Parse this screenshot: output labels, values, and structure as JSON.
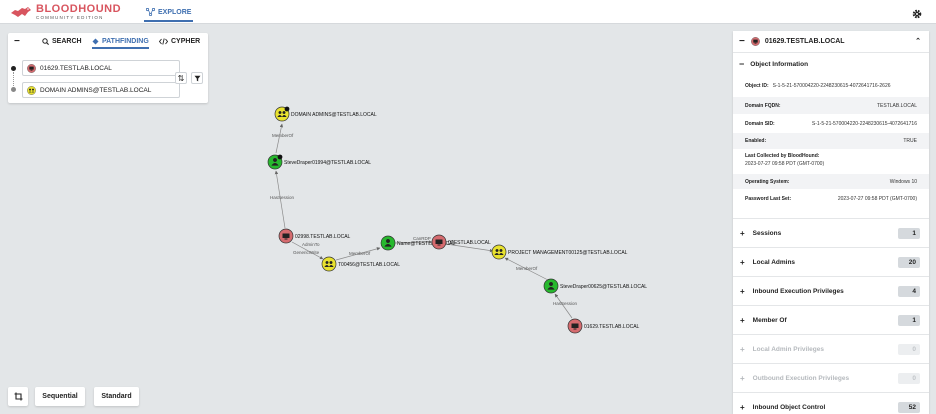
{
  "app": {
    "brand": "BLOODHOUND",
    "brand_sub": "COMMUNITY EDITION",
    "nav_explore": "EXPLORE",
    "accent_color": "#3f6fb0",
    "brand_color": "#d8555f"
  },
  "search_panel": {
    "collapse_label": "−",
    "tabs": [
      {
        "label": "SEARCH",
        "icon": "search-icon"
      },
      {
        "label": "PATHFINDING",
        "icon": "pathfinding-icon",
        "active": true
      },
      {
        "label": "CYPHER",
        "icon": "code-icon"
      }
    ],
    "start_node": "01629.TESTLAB.LOCAL",
    "end_node": "DOMAIN ADMINS@TESTLAB.LOCAL"
  },
  "graph": {
    "nodes": [
      {
        "id": "da",
        "label": "DOMAIN ADMINS@TESTLAB.LOCAL",
        "type": "group",
        "color": "#e8e22f"
      },
      {
        "id": "sd1",
        "label": "SteveDraper01994@TESTLAB.LOCAL",
        "type": "user",
        "color": "#27b82e"
      },
      {
        "id": "c1",
        "label": "02998.TESTLAB.LOCAL",
        "type": "computer",
        "color": "#d56b6f"
      },
      {
        "id": "g1",
        "label": "T00456@TESTLAB.LOCAL",
        "type": "group",
        "color": "#e8e22f"
      },
      {
        "id": "u2",
        "label": "Name@TESTLAB.LOCAL",
        "type": "user",
        "color": "#27b82e"
      },
      {
        "id": "c2",
        "label": "0TESTLAB.LOCAL",
        "type": "computer",
        "color": "#d56b6f"
      },
      {
        "id": "pm",
        "label": "PROJECT MANAGEMENT00125@TESTLAB.LOCAL",
        "type": "group",
        "color": "#e8e22f"
      },
      {
        "id": "sd2",
        "label": "SteveDraper00625@TESTLAB.LOCAL",
        "type": "user",
        "color": "#27b82e"
      },
      {
        "id": "c3",
        "label": "01629.TESTLAB.LOCAL",
        "type": "computer",
        "color": "#d56b6f"
      }
    ],
    "edge_labels": [
      "MemberOf",
      "HasSession",
      "AdminTo",
      "GenericWrite",
      "MemberOf",
      "CanRDP",
      "MemberOf",
      "HasSession"
    ]
  },
  "bottom": {
    "layout_icon": "crop-icon",
    "sequential": "Sequential",
    "standard": "Standard"
  },
  "info_panel": {
    "title": "01629.TESTLAB.LOCAL",
    "object_info_title": "Object Information",
    "properties": [
      {
        "key": "Object ID:",
        "value": "S-1-5-21-570004220-2248230615-4072641716-2626"
      },
      {
        "key": "Domain FQDN:",
        "value": "TESTLAB.LOCAL"
      },
      {
        "key": "Domain SID:",
        "value": "S-1-5-21-570004220-2248230615-4072641716"
      },
      {
        "key": "Enabled:",
        "value": "TRUE"
      },
      {
        "key": "Last Collected by BloodHound:",
        "value": "2023-07-27 09:58 PDT (GMT-0700)"
      },
      {
        "key": "Operating System:",
        "value": "Windows 10"
      },
      {
        "key": "Password Last Set:",
        "value": "2023-07-27 09:58 PDT (GMT-0700)"
      }
    ],
    "sections": [
      {
        "label": "Sessions",
        "count": "1",
        "enabled": true
      },
      {
        "label": "Local Admins",
        "count": "20",
        "enabled": true
      },
      {
        "label": "Inbound Execution Privileges",
        "count": "4",
        "enabled": true
      },
      {
        "label": "Member Of",
        "count": "1",
        "enabled": true
      },
      {
        "label": "Local Admin Privileges",
        "count": "0",
        "enabled": false
      },
      {
        "label": "Outbound Execution Privileges",
        "count": "0",
        "enabled": false
      },
      {
        "label": "Inbound Object Control",
        "count": "52",
        "enabled": true
      }
    ]
  }
}
